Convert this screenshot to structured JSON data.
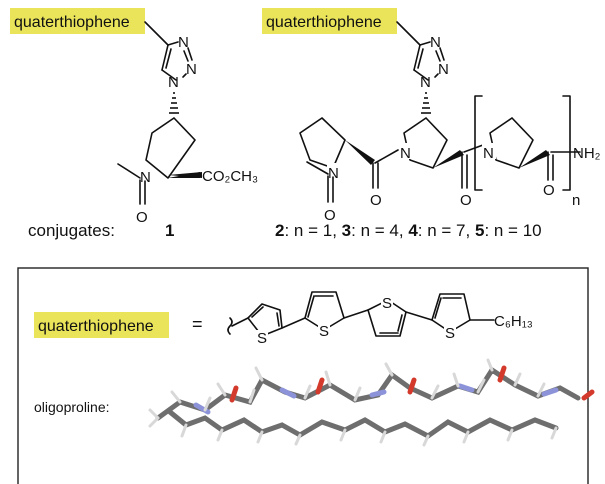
{
  "tag_label": "quaterthiophene",
  "atoms": {
    "N": "N",
    "O": "O",
    "S": "S",
    "co2ch3": "CO₂CH₃",
    "nh2": "NH₂",
    "n": "n",
    "c6h13": "C₆H₁₃",
    "equals": "="
  },
  "conjugates": {
    "label": "conjugates:",
    "first": "1",
    "series": [
      {
        "num": "2",
        "text": ": n = 1, "
      },
      {
        "num": "3",
        "text": ": n = 4, "
      },
      {
        "num": "4",
        "text": ": n = 7, "
      },
      {
        "num": "5",
        "text": ": n = 10"
      }
    ]
  },
  "panel": {
    "oligoproline_label": "oligoproline:"
  },
  "colors": {
    "tag_fill": "#e9e45a",
    "carbon": "#6e6e6e",
    "nitrogen": "#8c93d8",
    "oxygen": "#d33a2c",
    "hydrogen": "#d8d8d8"
  }
}
